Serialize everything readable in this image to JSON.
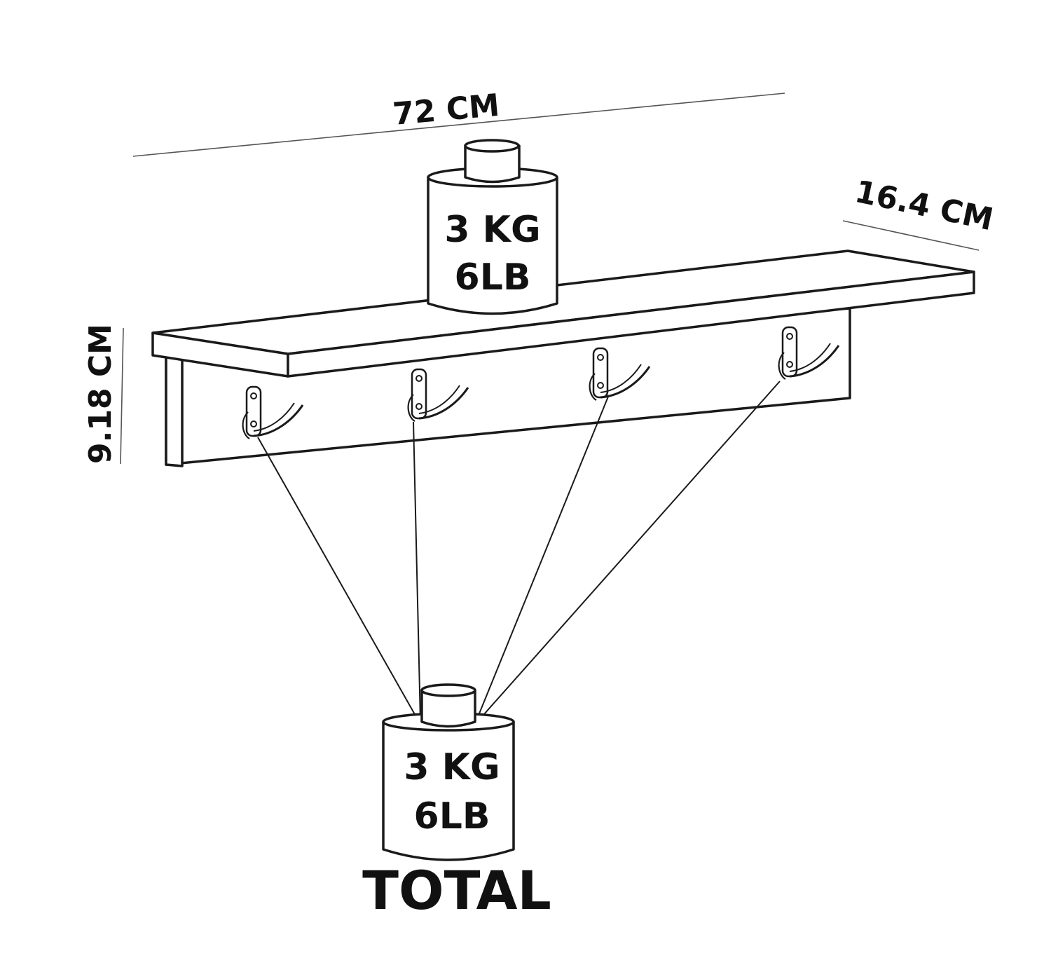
{
  "dimensions": {
    "width_label": "72 CM",
    "depth_label": "16.4 CM",
    "height_label": "9.18 CM"
  },
  "top_weight": {
    "line1": "3 KG",
    "line2": "6LB"
  },
  "hanging_weight": {
    "line1": "3 KG",
    "line2": "6LB"
  },
  "total_label": "TOTAL",
  "hook_count": 4,
  "colors": {
    "line": "#1a1a1a",
    "fill": "#ffffff"
  }
}
